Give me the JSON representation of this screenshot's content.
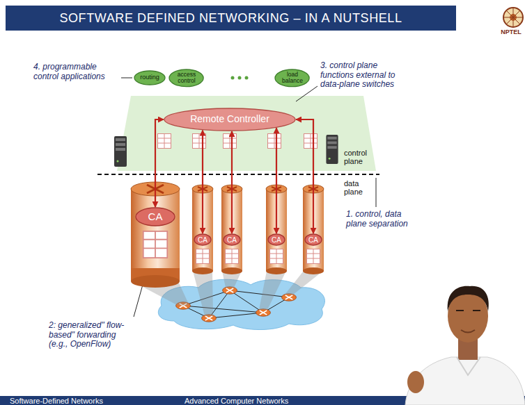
{
  "diagram": {
    "title": "SOFTWARE DEFINED NETWORKING – IN A NUTSHELL",
    "nodes": [
      {
        "text": [
          "routing"
        ]
      },
      {
        "text": [
          "access control"
        ]
      },
      {
        "text": [
          "load balance"
        ]
      },
      {
        "text": [
          "Remote Controller"
        ]
      },
      {
        "text": [
          "CA"
        ]
      },
      {
        "text": [
          "CA"
        ]
      },
      {
        "text": [
          "CA"
        ]
      },
      {
        "text": [
          "CA"
        ]
      },
      {
        "text": [
          "CA"
        ]
      }
    ],
    "edges": [
      {
        "from": 3,
        "to": 4,
        "arrow": "both"
      },
      {
        "from": 3,
        "to": 5,
        "arrow": "both"
      },
      {
        "from": 3,
        "to": 6,
        "arrow": "both"
      },
      {
        "from": 3,
        "to": 7,
        "arrow": "both"
      },
      {
        "from": 3,
        "to": 8,
        "arrow": "both"
      }
    ],
    "labels": [
      "4. programmable control applications",
      "3. control plane functions external to data-plane switches",
      "control plane",
      "data plane",
      "1. control, data plane separation",
      "2: generalized\" flow-based\" forwarding (e.g., OpenFlow)",
      "NPTEL",
      "Software-Defined Networks",
      "Advanced Computer Networks"
    ]
  }
}
